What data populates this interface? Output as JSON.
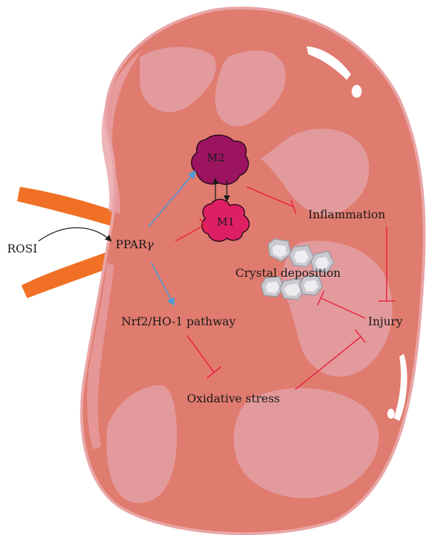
{
  "labels": {
    "rosi": "ROSI",
    "ppar_main": "PPAR",
    "ppar_gamma": "γ",
    "m2": "M2",
    "m1": "M1",
    "inflammation": "Inflammation",
    "crystal": "Crystal deposition",
    "injury": "Injury",
    "nrf2": "Nrf2/HO-1 pathway",
    "oxidative": "Oxidative stress"
  },
  "colors": {
    "kidney_body": "#e07b6f",
    "kidney_outline": "#d9867e",
    "kidney_lobe": "#e39a9c",
    "kidney_rim": "#e8a3a6",
    "vessel": "#f07025",
    "m2_cell": "#9c1460",
    "m1_cell": "#de1f63",
    "inhibit_line": "#e8233e",
    "activate_arrow": "#4b9ad8",
    "crystal_fill": "#c9c9cf",
    "crystal_inner": "#ededf0"
  }
}
